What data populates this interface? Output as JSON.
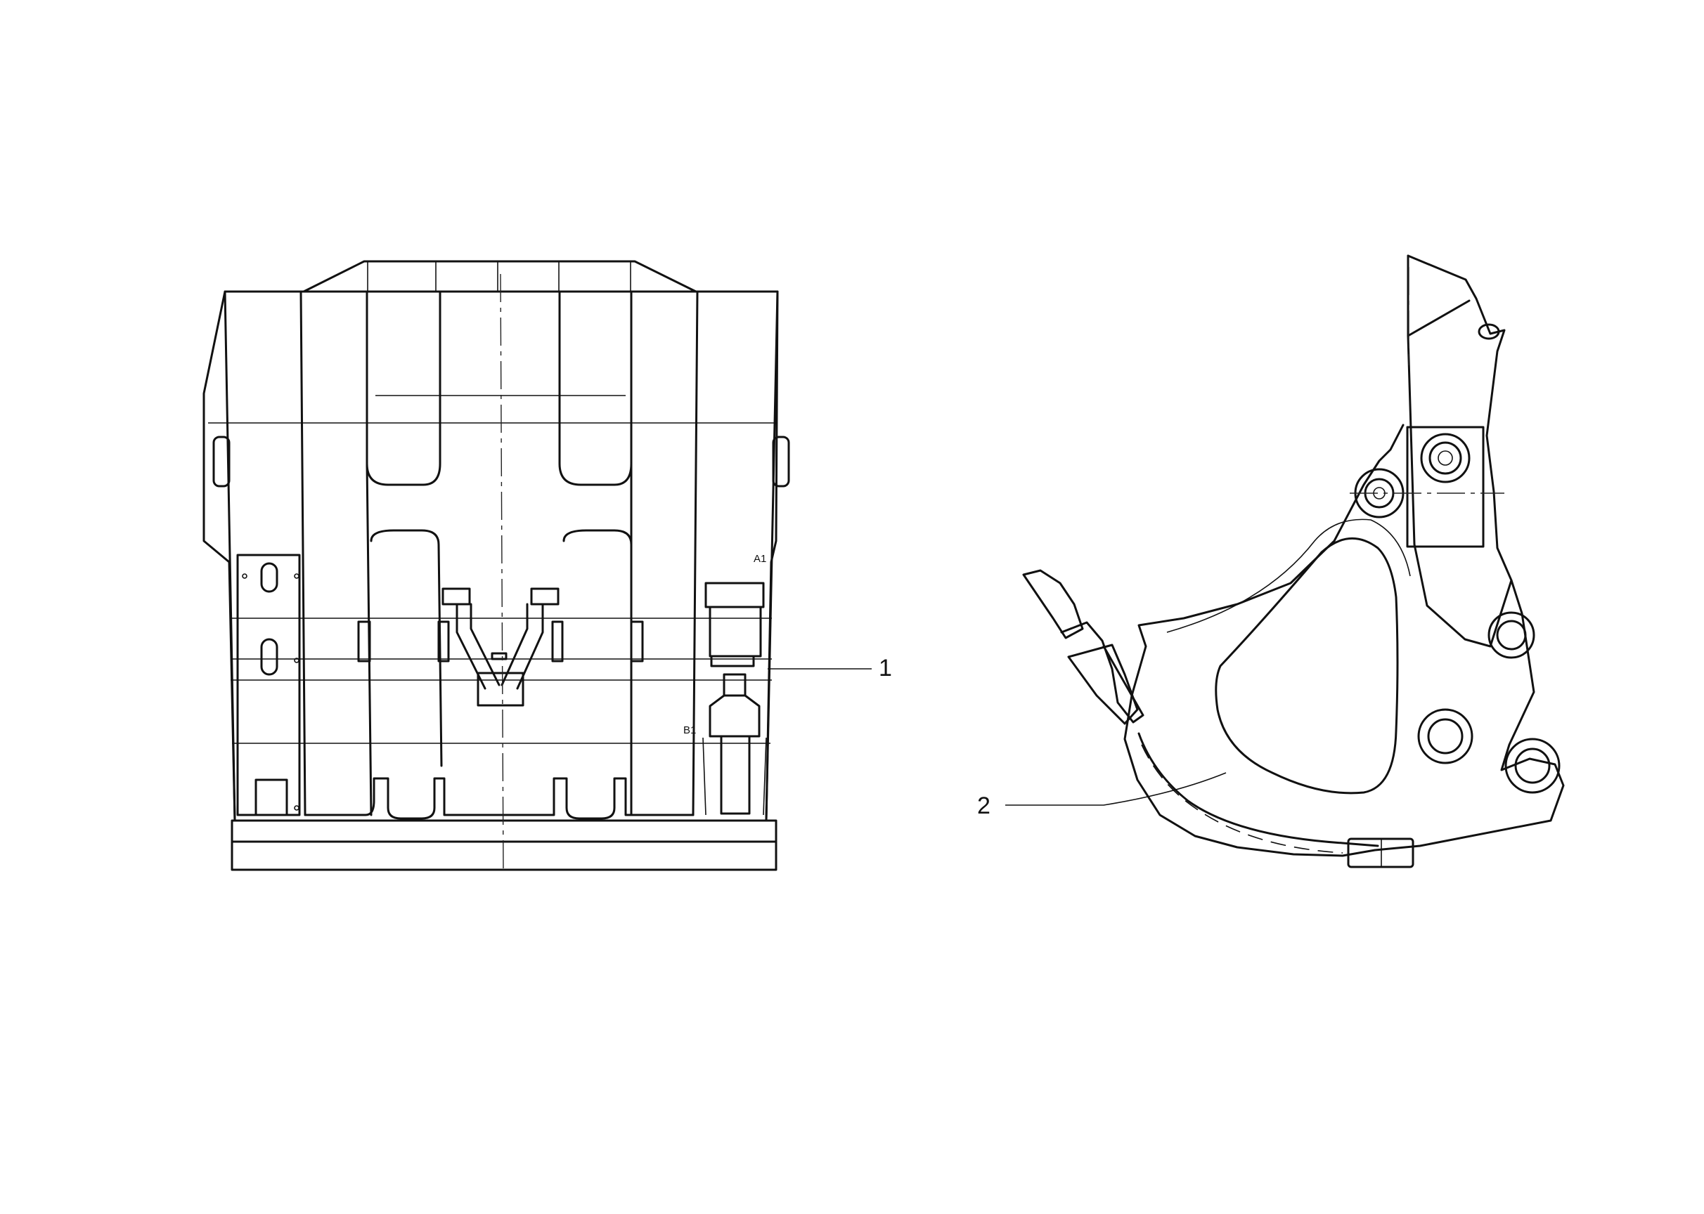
{
  "callouts": [
    {
      "label": "1"
    },
    {
      "label": "2"
    }
  ],
  "detail_labels": {
    "port_a": "A1",
    "port_b": "B1"
  },
  "colors": {
    "line": "#111111",
    "background": "#ffffff"
  }
}
